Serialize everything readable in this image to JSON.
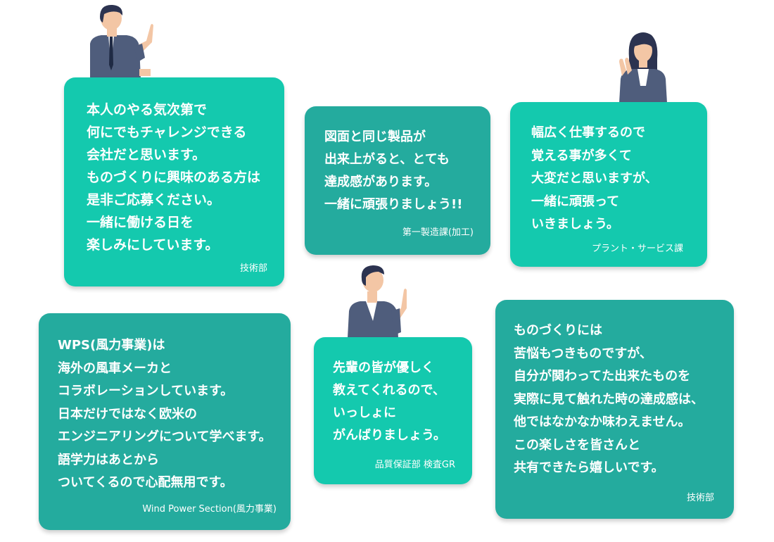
{
  "colors": {
    "card_bright": "#14c9ae",
    "card_dark": "#24ab9e",
    "suit": "#4f5d7c",
    "hair": "#2c3350",
    "skin": "#f3c6a5"
  },
  "cards": [
    {
      "lines": [
        "本人のやる気次第で",
        "何にでもチャレンジできる",
        "会社だと思います。",
        "ものづくりに興味のある方は",
        "是非ご応募ください。",
        "一緒に働ける日を",
        "楽しみにしています。"
      ],
      "department": "技術部"
    },
    {
      "lines": [
        "図面と同じ製品が",
        "出来上がると、とても",
        "達成感があります。",
        "一緒に頑張りましょう!!"
      ],
      "department": "第一製造課(加工)"
    },
    {
      "lines": [
        "幅広く仕事するので",
        "覚える事が多くて",
        "大変だと思いますが、",
        "一緒に頑張って",
        "いきましょう。"
      ],
      "department": "プラント・サービス課"
    },
    {
      "lines": [
        "WPS(風力事業)は",
        "海外の風車メーカと",
        "コラボレーションしています。",
        "日本だけではなく欧米の",
        "エンジニアリングについて学べます。",
        "語学力はあとから",
        "ついてくるので心配無用です。"
      ],
      "department": "Wind Power Section(風力事業)"
    },
    {
      "lines": [
        "先輩の皆が優しく",
        "教えてくれるので、",
        "いっしょに",
        "がんばりましょう。"
      ],
      "department": "品質保証部 検査GR"
    },
    {
      "lines": [
        "ものづくりには",
        "苦悩もつきものですが、",
        "自分が関わってた出来たものを",
        "実際に見て触れた時の達成感は、",
        "他ではなかなか味わえません。",
        "この楽しさを皆さんと",
        "共有できたら嬉しいです。"
      ],
      "department": "技術部"
    }
  ]
}
